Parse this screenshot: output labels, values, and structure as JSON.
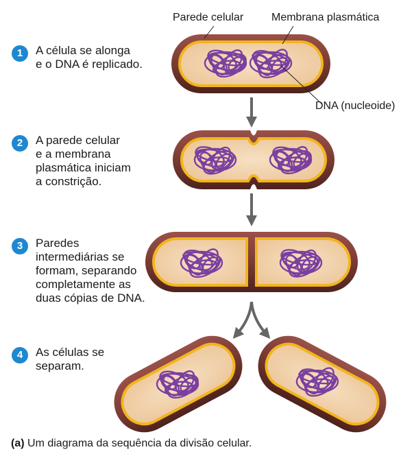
{
  "labels": {
    "cell_wall": "Parede celular",
    "plasma_membrane": "Membrana plasmática",
    "dna": "DNA (nucleoide)"
  },
  "steps": [
    {
      "num": "1",
      "lines": [
        "A célula se alonga",
        "e o DNA é replicado."
      ]
    },
    {
      "num": "2",
      "lines": [
        "A parede celular",
        "e a membrana",
        "plasmática iniciam",
        "a constrição."
      ]
    },
    {
      "num": "3",
      "lines": [
        "Paredes",
        "intermediárias se",
        "formam, separando",
        "completamente as",
        "duas cópias de DNA."
      ]
    },
    {
      "num": "4",
      "lines": [
        "As células se",
        "separam."
      ]
    }
  ],
  "caption": {
    "tag": "(a)",
    "text": " Um diagrama da sequência da divisão celular."
  },
  "colors": {
    "wall": "#7a3b32",
    "wall_dark": "#5a2620",
    "membrane": "#f2b51d",
    "cytoplasm": "#f3d7b3",
    "dna": "#7b3fa0",
    "arrow": "#666666",
    "badge": "#1e88d0"
  }
}
